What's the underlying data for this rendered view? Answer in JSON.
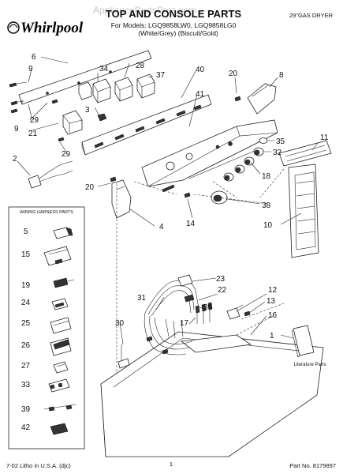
{
  "header": {
    "logo": "Whirlpool",
    "watermark": "AppliancePartsPros.com",
    "title": "TOP AND CONSOLE PARTS",
    "models_line": "For Models: LGQ9858LW0, LGQ9858LG0",
    "colors_line": "(White/Grey)   (Biscuit/Gold)",
    "product": "29\"GAS DRYER"
  },
  "harness_box": {
    "title": "WIRING HARNESS PARTS",
    "items": [
      "5",
      "15",
      "19",
      "24",
      "25",
      "26",
      "27",
      "33",
      "39",
      "42"
    ]
  },
  "callouts": [
    "6",
    "9",
    "9",
    "29",
    "21",
    "29",
    "2",
    "20",
    "4",
    "3",
    "34",
    "28",
    "37",
    "40",
    "41",
    "20",
    "8",
    "35",
    "32",
    "18",
    "11",
    "14",
    "38",
    "10",
    "23",
    "22",
    "31",
    "36",
    "17",
    "12",
    "13",
    "16",
    "30",
    "1"
  ],
  "literature_label": "Literature Parts",
  "footer": {
    "left": "7-02 Litho in U.S.A. (djc)",
    "page": "1",
    "right": "Part No. 8179897"
  }
}
